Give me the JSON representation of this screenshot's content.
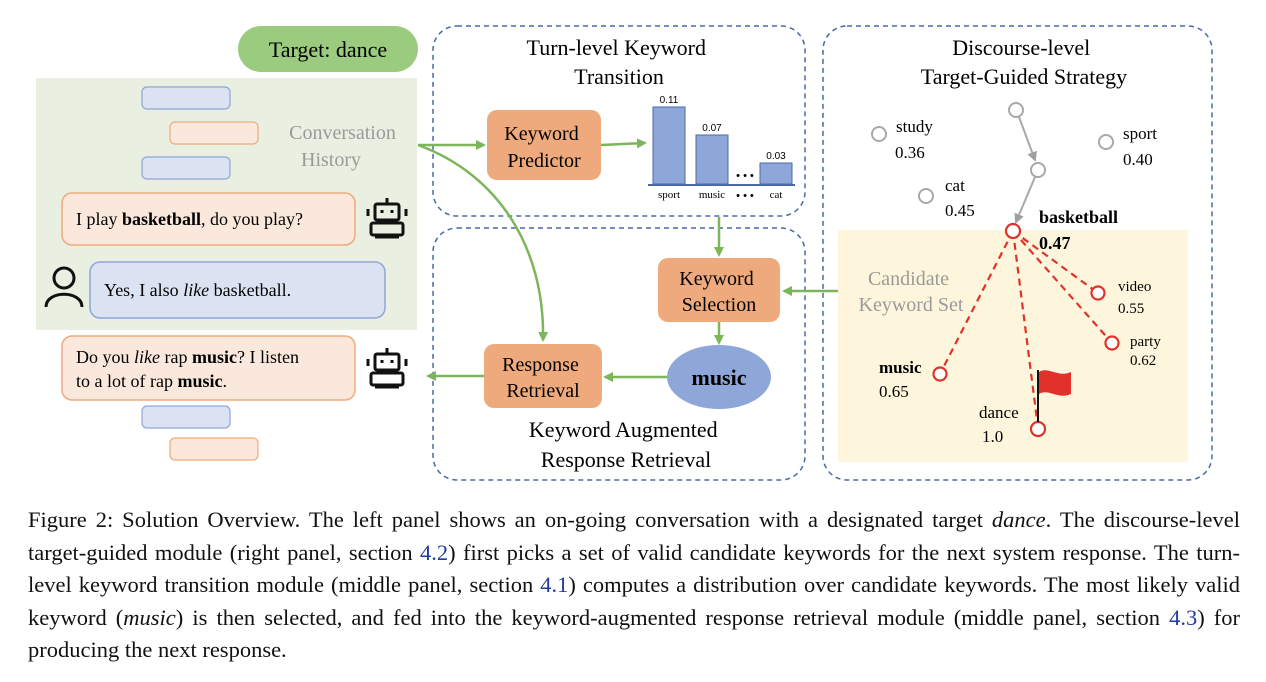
{
  "target": {
    "label": "Target: dance"
  },
  "left_panel": {
    "history_label_line1": "Conversation",
    "history_label_line2": "History",
    "bot_msg_1": {
      "pre": "I play ",
      "bold": "basketball",
      "post": ", do you play?"
    },
    "user_msg": {
      "pre": "Yes, I also ",
      "italic": "like",
      "post": " basketball."
    },
    "response": {
      "line1_pre": "Do you ",
      "line1_italic": "like",
      "line1_mid": " rap ",
      "line1_bold": "music",
      "line1_post": "? I listen",
      "line2_pre": "to a lot of rap ",
      "line2_bold": "music",
      "line2_post": "."
    }
  },
  "middle_panel": {
    "title_line1": "Turn-level Keyword",
    "title_line2": "Transition",
    "predictor_line1": "Keyword",
    "predictor_line2": "Predictor",
    "selection_line1": "Keyword",
    "selection_line2": "Selection",
    "selected_keyword": "music",
    "retrieval_line1": "Response",
    "retrieval_line2": "Retrieval",
    "bottom_title_line1": "Keyword Augmented",
    "bottom_title_line2": "Response Retrieval",
    "ellipsis": "• • •"
  },
  "chart_data": {
    "type": "bar",
    "categories": [
      "sport",
      "music",
      "cat"
    ],
    "values": [
      0.11,
      0.07,
      0.03
    ],
    "value_labels": [
      "0.11",
      "0.07",
      "0.03"
    ],
    "ylim": [
      0,
      0.12
    ],
    "bar_color": "#8fa6d8"
  },
  "right_panel": {
    "title_line1": "Discourse-level",
    "title_line2": "Target-Guided Strategy",
    "candidate_label_line1": "Candidate",
    "candidate_label_line2": "Keyword Set",
    "nodes": {
      "study": {
        "name": "study",
        "score": "0.36"
      },
      "sport": {
        "name": "sport",
        "score": "0.40"
      },
      "cat": {
        "name": "cat",
        "score": "0.45"
      },
      "basketball": {
        "name": "basketball",
        "score": "0.47"
      },
      "video": {
        "name": "video",
        "score": "0.55"
      },
      "party": {
        "name": "party",
        "score": "0.62"
      },
      "music": {
        "name": "music",
        "score": "0.65"
      },
      "dance": {
        "name": "dance",
        "score": "1.0"
      }
    }
  },
  "caption": {
    "part1": "Figure 2: Solution Overview. The left panel shows an on-going conversation with a designated target ",
    "target_word": "dance",
    "part2": ". The discourse-level target-guided module (right panel, section ",
    "ref1": "4.2",
    "part3": ") first picks a set of valid candidate keywords for the next system response. The turn-level keyword transition module (middle panel, section ",
    "ref2": "4.1",
    "part4": ") computes a distribution over candidate keywords. The most likely valid keyword (",
    "keyword": "music",
    "part5": ") is then selected, and fed into the keyword-augmented response retrieval module (middle panel, section ",
    "ref3": "4.3",
    "part6": ") for producing the next response."
  },
  "colors": {
    "green_fill": "#e9f0e1",
    "target_pill": "#9bcb7f",
    "orange_box": "#eeaa7c",
    "blue_ellipse": "#8fa6d8",
    "blue_bubble": "#dbe3f3",
    "orange_bubble": "#fbe8dc",
    "yellow_region": "#fdf6dc",
    "arrow_green": "#7cb55a",
    "red": "#e0322b",
    "panel_border": "#4a6aa5"
  }
}
